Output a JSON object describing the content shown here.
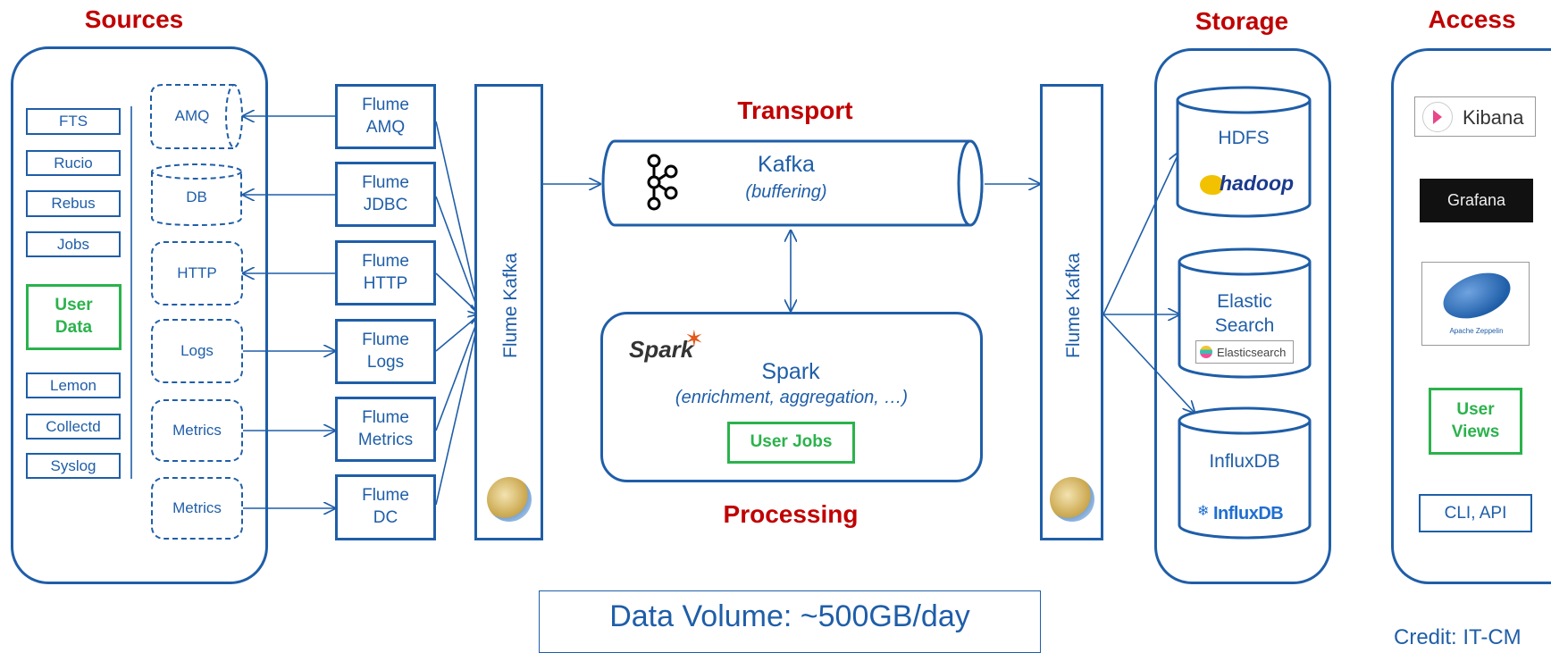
{
  "sections": {
    "sources": "Sources",
    "transport": "Transport",
    "processing": "Processing",
    "storage": "Storage",
    "access": "Access"
  },
  "sources": {
    "items": [
      "FTS",
      "Rucio",
      "Rebus",
      "Jobs",
      "Lemon",
      "Collectd",
      "Syslog"
    ],
    "user_data": "User Data"
  },
  "protocols": [
    "AMQ",
    "DB",
    "HTTP",
    "Logs",
    "Metrics",
    "Metrics"
  ],
  "flumes": [
    "Flume AMQ",
    "Flume JDBC",
    "Flume HTTP",
    "Flume Logs",
    "Flume Metrics",
    "Flume DC"
  ],
  "flume_kafka_label": "Flume Kafka",
  "kafka": {
    "name": "Kafka",
    "note": "(buffering)"
  },
  "spark": {
    "logo": "Spark",
    "name": "Spark",
    "note": "(enrichment, aggregation, …)",
    "user_jobs": "User Jobs"
  },
  "storage": {
    "hdfs": "HDFS",
    "hadoop_logo": "hadoop",
    "elastic": "Elastic Search",
    "elastic_logo": "Elasticsearch",
    "influx": "InfluxDB",
    "influx_logo": "InfluxDB"
  },
  "access": {
    "kibana": "Kibana",
    "grafana": "Grafana",
    "zeppelin": "Apache Zeppelin",
    "user_views": "User Views",
    "cli": "CLI, API"
  },
  "footer": {
    "volume": "Data Volume: ~500GB/day",
    "credit": "Credit: IT-CM"
  },
  "colors": {
    "blue": "#1f5ea8",
    "red": "#c00000",
    "green": "#2bb24c"
  }
}
